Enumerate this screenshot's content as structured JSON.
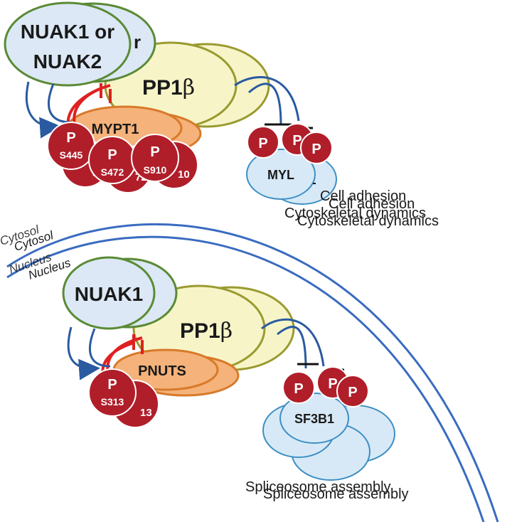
{
  "top": {
    "kinase": [
      "NUAK1 or",
      "NUAK2"
    ],
    "kinase_shadow": "r",
    "phosphatase": "PP1",
    "beta": "β",
    "regulatory": "MYPT1",
    "phospho_mark": "P",
    "sites": [
      "S445",
      "S472",
      "S910"
    ],
    "site_shadows": [
      "5",
      "72",
      "10"
    ],
    "substrate": "MYL",
    "outcomes": [
      "Cell adhesion",
      "Cytoskeletal dynamics"
    ]
  },
  "compartments": {
    "cytosol": "Cytosol",
    "nucleus": "Nucleus"
  },
  "bottom": {
    "kinase": "NUAK1",
    "phosphatase": "PP1",
    "beta": "β",
    "regulatory": "PNUTS",
    "phospho_mark": "P",
    "site": "S313",
    "site_shadow": "13",
    "substrate": "SF3B1",
    "outcome": "Spliceosome assembly"
  },
  "colors": {
    "kinase_fill": "#dce8f5",
    "kinase_stroke": "#5a8a35",
    "pp1_fill": "#f7f5c8",
    "pp1_stroke": "#9a9a30",
    "reg_fill": "#f5b27a",
    "reg_stroke": "#d87a2a",
    "phospho_fill": "#b01e2a",
    "substrate_fill": "#d7e9f7",
    "substrate_stroke": "#3d8fc4",
    "arrow": "#2a5aa0",
    "inhibit": "#e02020"
  }
}
